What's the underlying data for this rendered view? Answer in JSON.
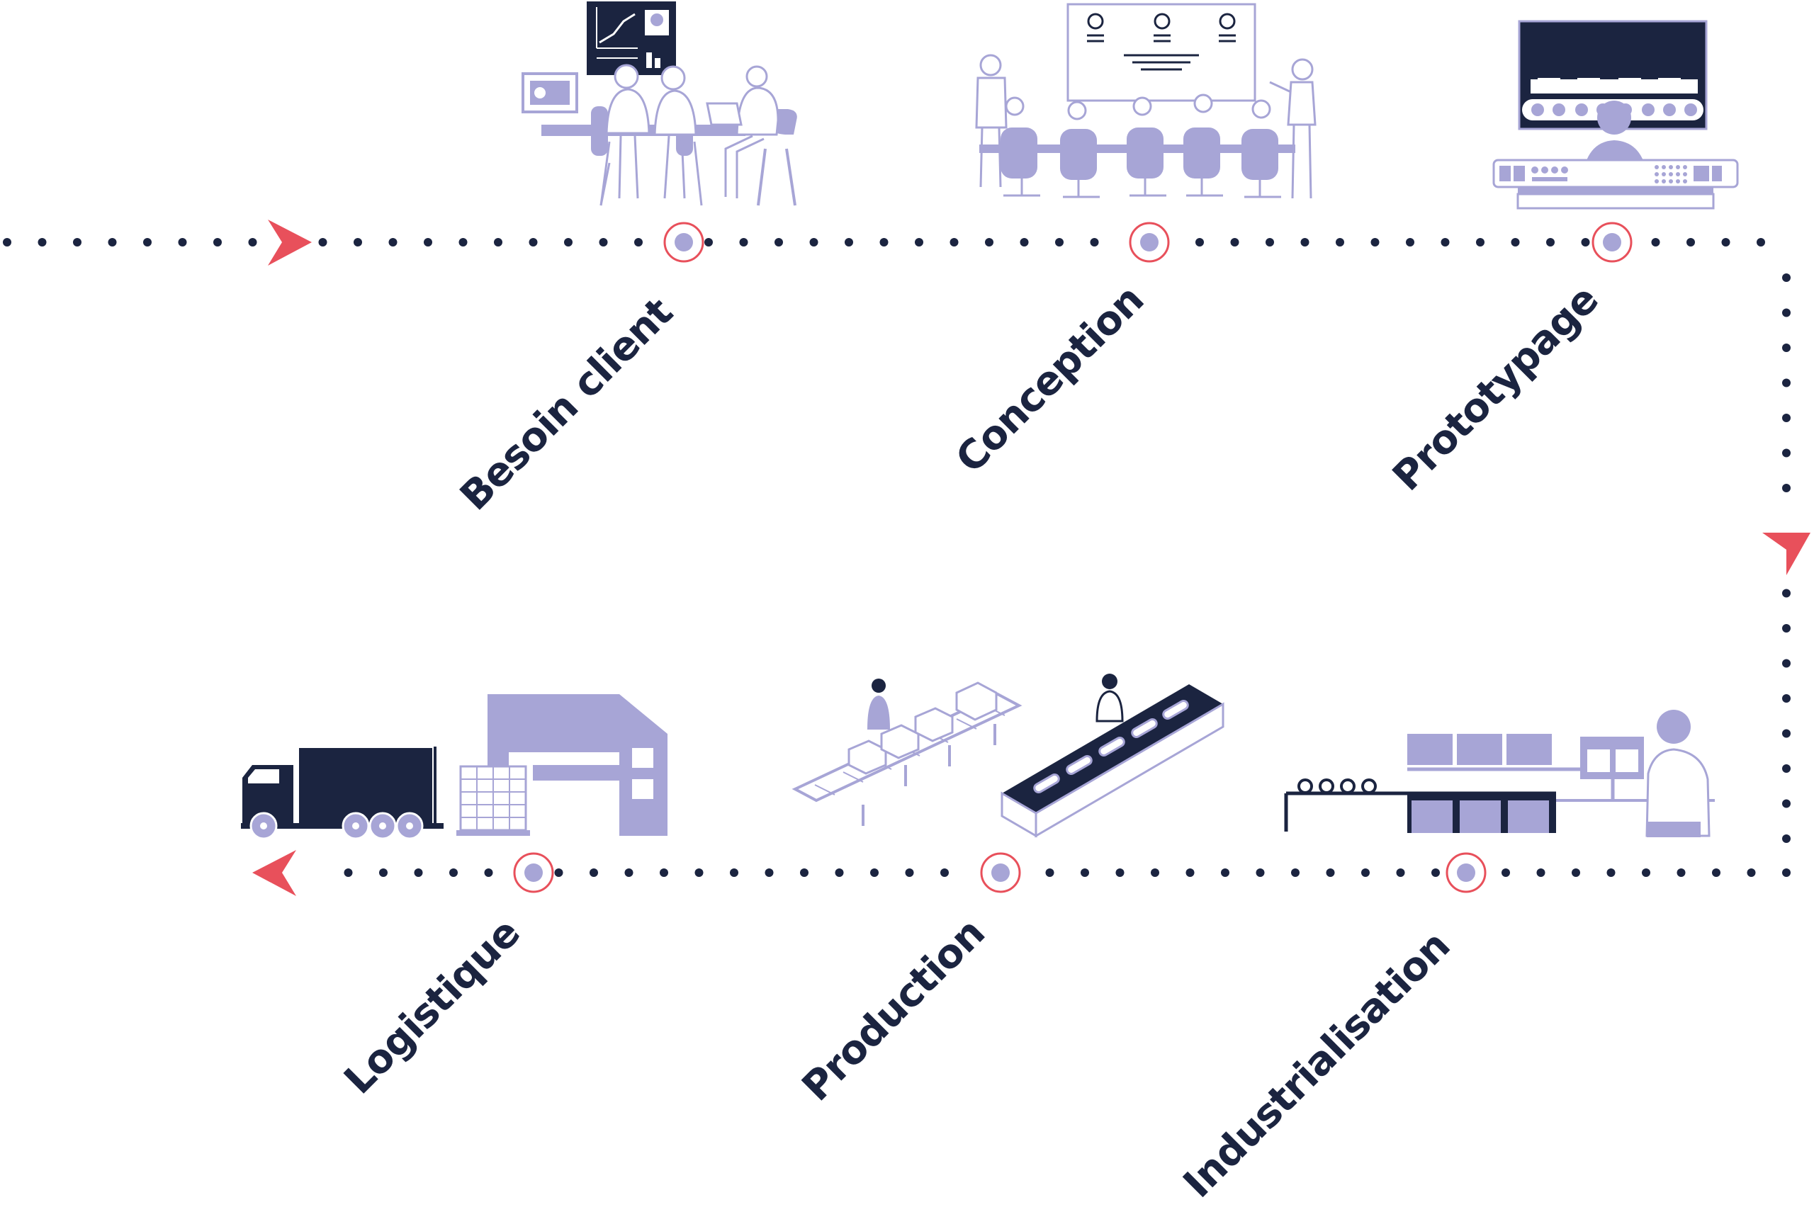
{
  "colors": {
    "navy": "#1b2440",
    "lavender": "#a7a5d6",
    "lavender_light": "#c9c8e8",
    "accent_red": "#e8505b",
    "white": "#ffffff"
  },
  "steps": [
    {
      "id": "besoin-client",
      "label": "Besoin client",
      "icon": "meeting-table-icon"
    },
    {
      "id": "conception",
      "label": "Conception",
      "icon": "presentation-room-icon"
    },
    {
      "id": "prototypage",
      "label": "Prototypage",
      "icon": "control-station-icon"
    },
    {
      "id": "industrialisation",
      "label": "Industrialisation",
      "icon": "assembly-line-icon"
    },
    {
      "id": "production",
      "label": "Production",
      "icon": "conveyor-belts-icon"
    },
    {
      "id": "logistique",
      "label": "Logistique",
      "icon": "truck-warehouse-icon"
    }
  ],
  "flow": {
    "direction_top": "left-to-right",
    "direction_right": "top-to-bottom",
    "direction_bottom": "right-to-left"
  }
}
